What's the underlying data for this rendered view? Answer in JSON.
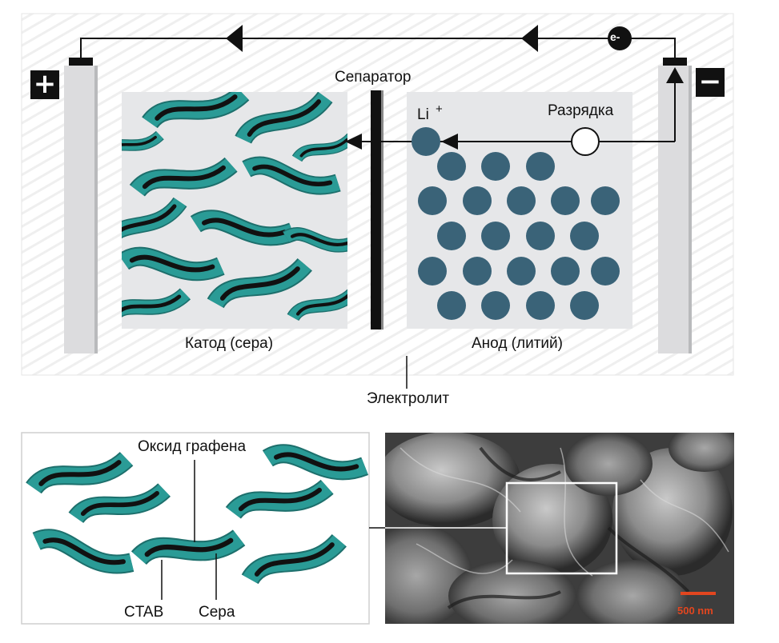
{
  "top_diagram": {
    "positive_sign": "+",
    "negative_sign": "−",
    "electron_label": "e-",
    "separator_label": "Сепаратор",
    "li_label": "Li",
    "li_charge": "+",
    "discharge_label": "Разрядка",
    "cathode_label": "Катод (сера)",
    "anode_label": "Анод (литий)",
    "electrolyte_label": "Электролит"
  },
  "bottom_diagram": {
    "graphene_oxide_label": "Оксид графена",
    "ctab_label": "CTAB",
    "sulfur_label": "Сера"
  },
  "micrograph": {
    "scale_label": "500 nm"
  },
  "colors": {
    "teal": "#2a9b96",
    "teal_edge": "#1d6f6c",
    "ion": "#3a6378",
    "panel": "#e6e7e9",
    "electrode": "#d9dadc"
  }
}
